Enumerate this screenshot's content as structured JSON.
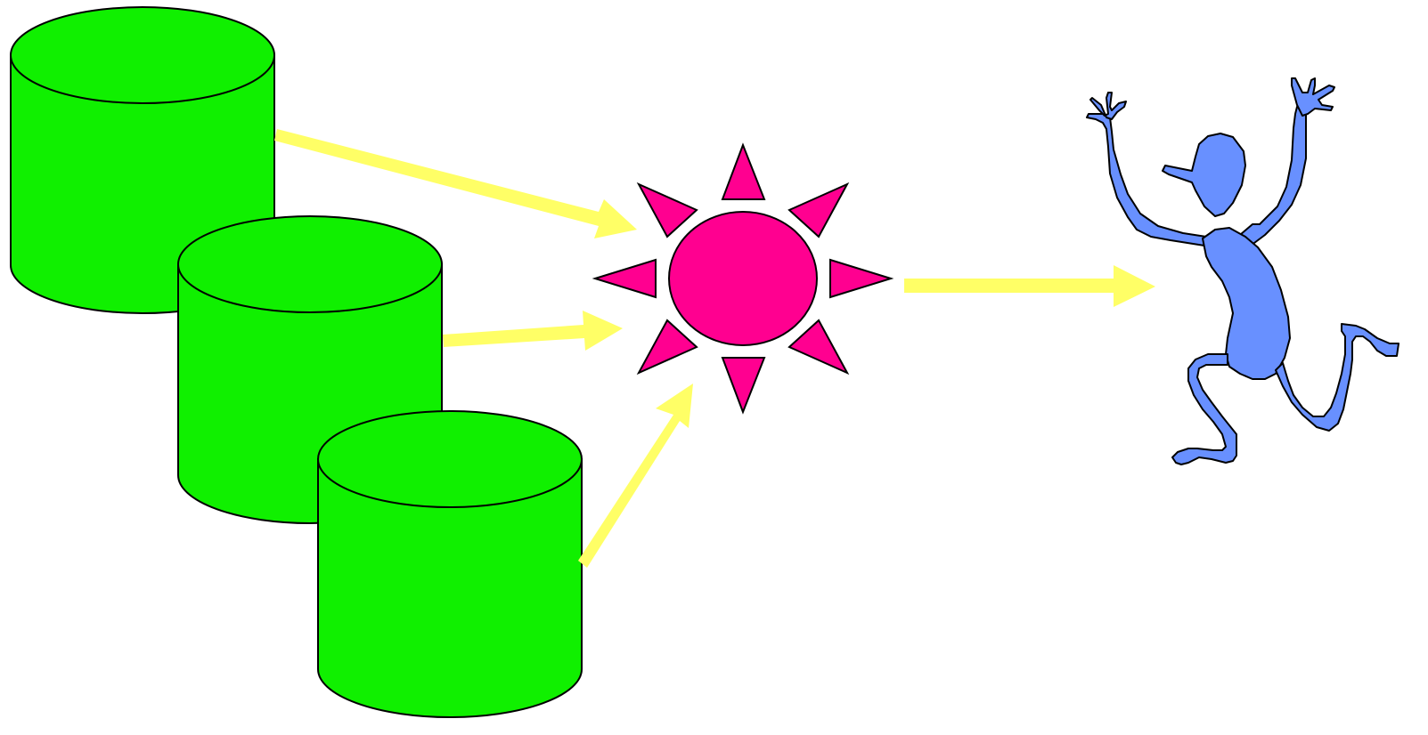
{
  "diagram": {
    "type": "illustration",
    "nodes": [
      {
        "id": "db1",
        "kind": "database-cylinder"
      },
      {
        "id": "db2",
        "kind": "database-cylinder"
      },
      {
        "id": "db3",
        "kind": "database-cylinder"
      },
      {
        "id": "burst",
        "kind": "sun-starburst"
      },
      {
        "id": "figure",
        "kind": "dancing-person"
      }
    ],
    "edges": [
      {
        "from": "db1",
        "to": "burst"
      },
      {
        "from": "db2",
        "to": "burst"
      },
      {
        "from": "db3",
        "to": "burst"
      },
      {
        "from": "burst",
        "to": "figure"
      }
    ]
  },
  "colors": {
    "database": "#10f000",
    "arrow": "#ffff66",
    "burst": "#ff0090",
    "figure": "#6890ff",
    "outline": "#000000"
  }
}
